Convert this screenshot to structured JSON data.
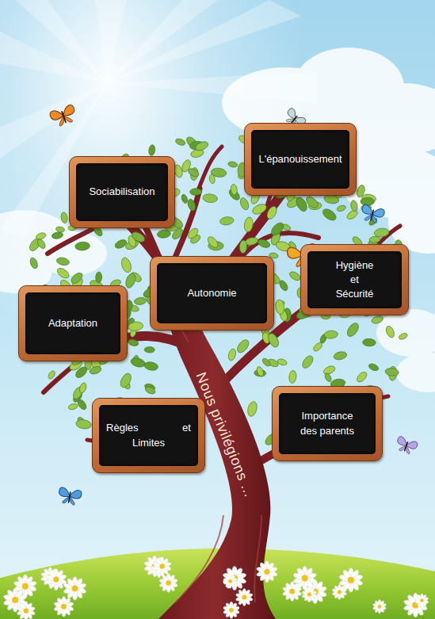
{
  "diagram": {
    "nodes": [
      {
        "text": [
          "L'épanouissement"
        ]
      },
      {
        "text": [
          "Sociabilisation"
        ]
      },
      {
        "text": [
          "Hygiène et Sécurité"
        ]
      },
      {
        "text": [
          "Autonomie"
        ]
      },
      {
        "text": [
          "Adaptation"
        ]
      },
      {
        "text": [
          "Importance des parents"
        ]
      },
      {
        "text": [
          "Règles et Limites"
        ]
      }
    ],
    "labels": [
      "Nous privilégions ..."
    ]
  }
}
